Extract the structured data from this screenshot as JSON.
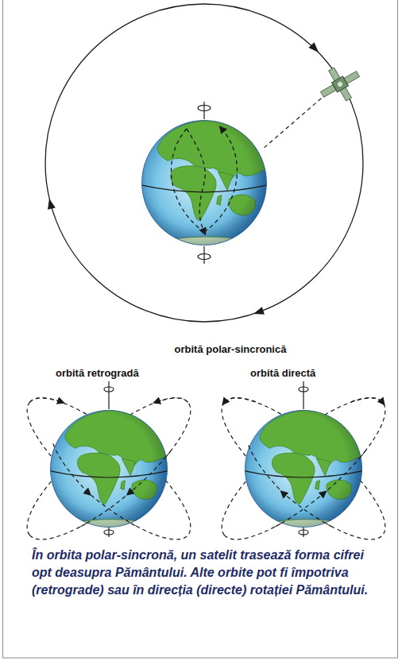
{
  "diagram": {
    "caption": "În orbita polar-sincronă, un satelit trasează forma cifrei opt deasupra Pământului. Alte orbite pot fi împotriva (retrograde) sau în direcția (directe) rotației Pământului.",
    "labels": [
      "orbită polar-sincronică",
      "orbită retrogradă",
      "orbită directă"
    ]
  }
}
